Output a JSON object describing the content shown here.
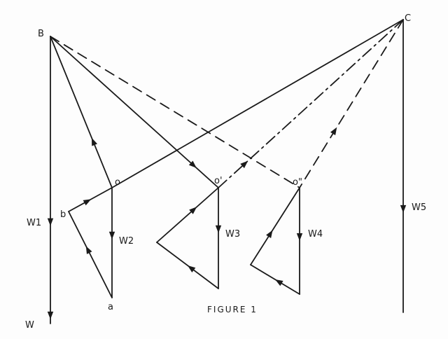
{
  "labels": {
    "B": "B",
    "C": "C",
    "W": "W",
    "W1": "W1",
    "W2": "W2",
    "W3": "W3",
    "W4": "W4",
    "W5": "W5",
    "o": "o",
    "o1": "o'",
    "o2": "o\"",
    "a": "a",
    "b": "b"
  },
  "caption": "FIGURE 1"
}
